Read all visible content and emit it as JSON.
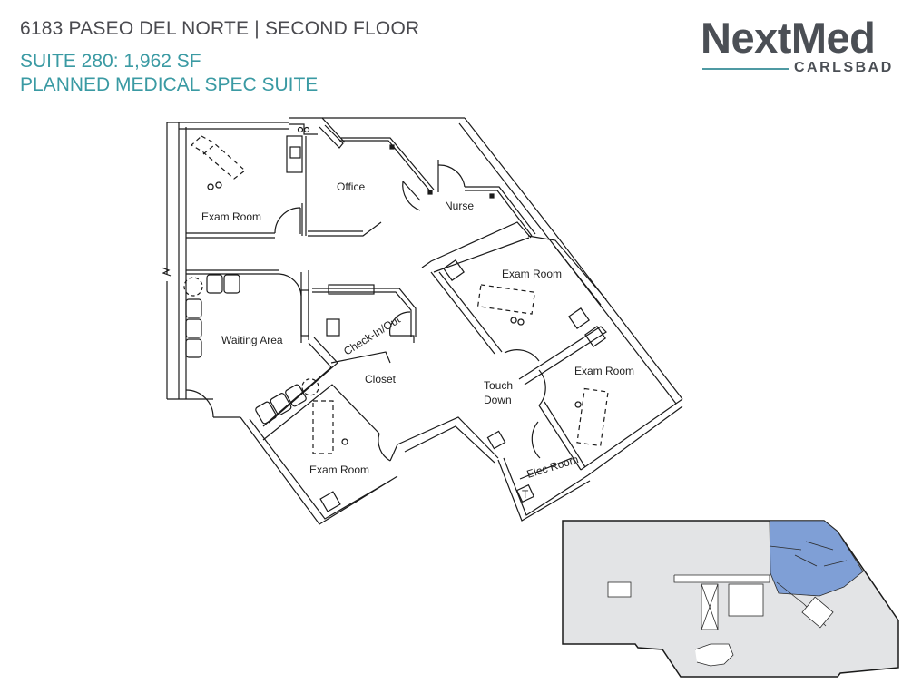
{
  "header": {
    "address": "6183 PASEO DEL NORTE | SECOND FLOOR",
    "suite": "SUITE 280: 1,962 SF",
    "description": "PLANNED MEDICAL SPEC SUITE"
  },
  "logo": {
    "name": "NextMed",
    "location": "CARLSBAD"
  },
  "floor_plan": {
    "rooms": [
      {
        "label": "Exam Room",
        "id": "exam-room-1"
      },
      {
        "label": "Office",
        "id": "office"
      },
      {
        "label": "Nurse",
        "id": "nurse"
      },
      {
        "label": "Exam Room",
        "id": "exam-room-2"
      },
      {
        "label": "Waiting Area",
        "id": "waiting-area"
      },
      {
        "label": "Check-In/Out",
        "id": "check-in-out"
      },
      {
        "label": "Closet",
        "id": "closet"
      },
      {
        "label": "Exam Room",
        "id": "exam-room-3"
      },
      {
        "label": "Touch",
        "id": "touch-down-1"
      },
      {
        "label": "Down",
        "id": "touch-down-2"
      },
      {
        "label": "Exam Room",
        "id": "exam-room-4"
      },
      {
        "label": "Elec Room",
        "id": "elec-room"
      }
    ],
    "thermostat_label": "T"
  },
  "key_plan": {
    "highlight_color": "#7f9fd6",
    "building_color": "#e3e4e6"
  },
  "colors": {
    "accent": "#3a9aa3",
    "text_dark": "#4a4a4f"
  }
}
